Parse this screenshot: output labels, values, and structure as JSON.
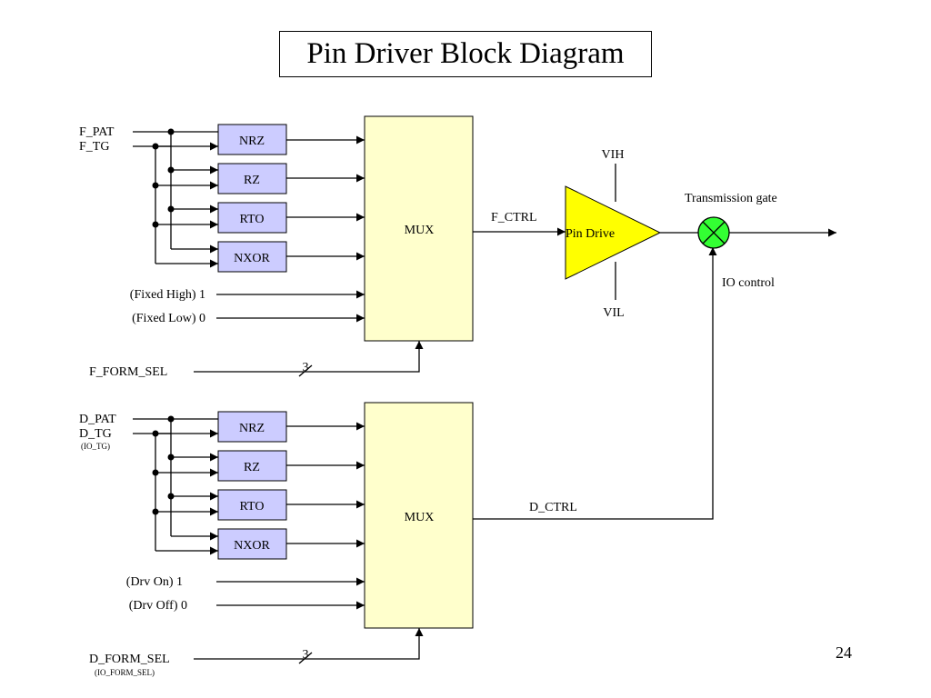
{
  "title": "Pin Driver Block Diagram",
  "page_number": "24",
  "colors": {
    "format_block": "#ccccff",
    "mux": "#ffffcc",
    "pin_driver": "#ffff00",
    "transmission_gate": "#33ff33",
    "line": "#000000"
  },
  "drive_path": {
    "inputs": [
      "F_PAT",
      "F_TG"
    ],
    "format_blocks": [
      "NRZ",
      "RZ",
      "RTO",
      "NXOR"
    ],
    "fixed_inputs": [
      "(Fixed High) 1",
      "(Fixed Low) 0"
    ],
    "mux": "MUX",
    "select": "F_FORM_SEL",
    "bus_width": "3",
    "output": "F_CTRL"
  },
  "control_path": {
    "inputs": [
      "D_PAT",
      "D_TG"
    ],
    "input_note": "(IO_TG)",
    "format_blocks": [
      "NRZ",
      "RZ",
      "RTO",
      "NXOR"
    ],
    "fixed_inputs": [
      "(Drv On) 1",
      "(Drv Off) 0"
    ],
    "mux": "MUX",
    "select": "D_FORM_SEL",
    "select_note": "(IO_FORM_SEL)",
    "bus_width": "3",
    "output": "D_CTRL"
  },
  "pin_driver": {
    "label": "Pin Drive",
    "vih": "VIH",
    "vil": "VIL"
  },
  "transmission_gate": {
    "label": "Transmission gate",
    "control_label": "IO control"
  }
}
